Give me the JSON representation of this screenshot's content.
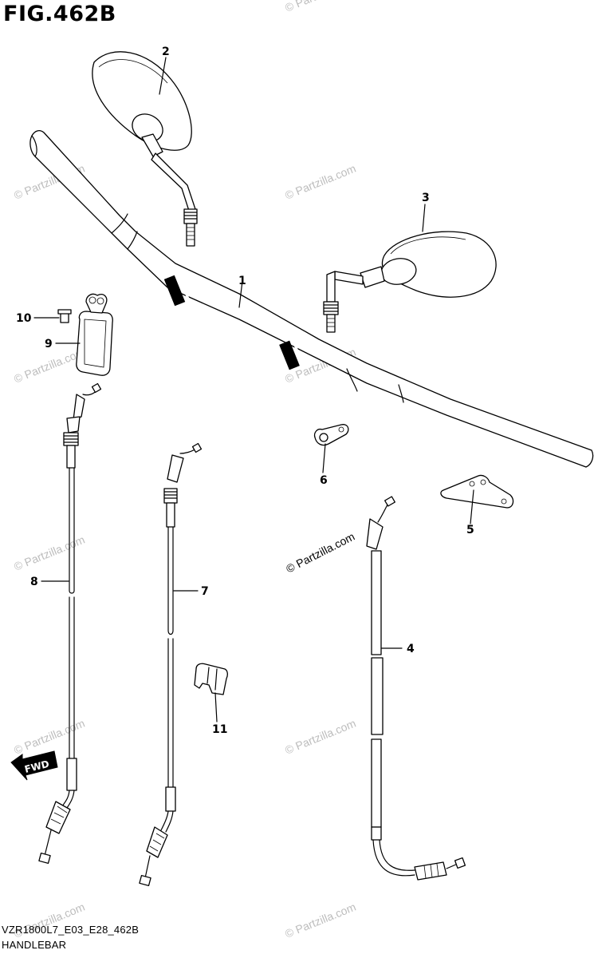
{
  "header": {
    "figure_id": "FIG.462B"
  },
  "footer": {
    "code": "VZR1800L7_E03_E28_462B",
    "section": "HANDLEBAR"
  },
  "callouts": [
    {
      "id": "handlebar",
      "number": "1"
    },
    {
      "id": "mirror-left",
      "number": "2"
    },
    {
      "id": "mirror-right",
      "number": "3"
    },
    {
      "id": "cable-4",
      "number": "4"
    },
    {
      "id": "bracket-5",
      "number": "5"
    },
    {
      "id": "clamp-6",
      "number": "6"
    },
    {
      "id": "cable-7",
      "number": "7"
    },
    {
      "id": "cable-8",
      "number": "8"
    },
    {
      "id": "plate-9",
      "number": "9"
    },
    {
      "id": "bolt-10",
      "number": "10"
    },
    {
      "id": "clip-11",
      "number": "11"
    }
  ],
  "direction_marker": {
    "text": "FWD"
  },
  "watermark": {
    "text": "© Partzilla.com"
  }
}
